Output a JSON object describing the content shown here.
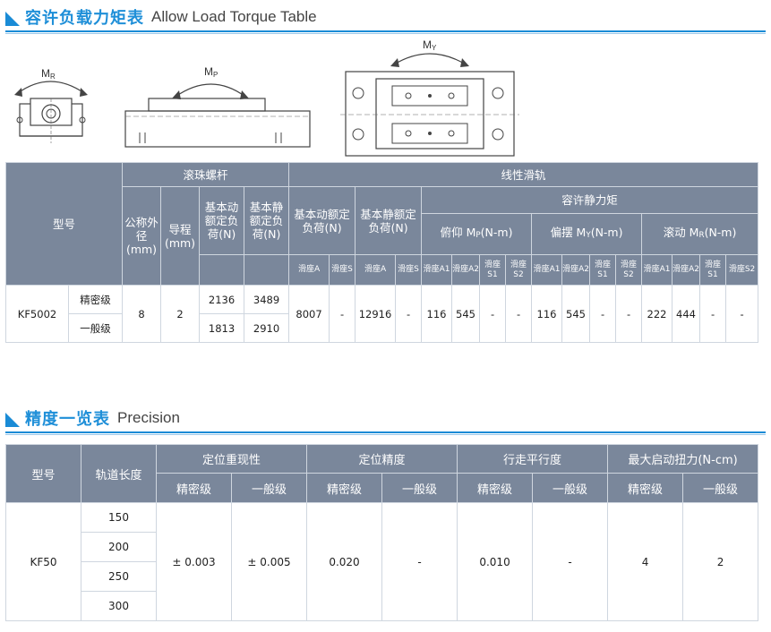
{
  "section1": {
    "title_cn": "容许负载力矩表",
    "title_en": "Allow Load Torque Table"
  },
  "diagrams": [
    {
      "label": "M",
      "sub": "R"
    },
    {
      "label": "M",
      "sub": "P"
    },
    {
      "label": "M",
      "sub": "Y"
    }
  ],
  "table1": {
    "h_model": "型号",
    "h_ballscrew": "滚珠螺杆",
    "h_guide": "线性滑轨",
    "h_nominal_dia": "公称外径(mm)",
    "h_lead": "导程(mm)",
    "h_dyn_load": "基本动额定负荷(N)",
    "h_stat_load": "基本静额定负荷(N)",
    "h_guide_dyn": "基本动额定负荷(N)",
    "h_guide_stat": "基本静额定负荷(N)",
    "h_static_torque": "容许静力矩",
    "h_pitch": "俯仰 M",
    "h_pitch_sub": "P",
    "h_yaw": "偏摆 M",
    "h_yaw_sub": "Y",
    "h_roll": "滚动 M",
    "h_roll_sub": "R",
    "h_unit": "(N-m)",
    "slider_a": "滑座A",
    "slider_s": "滑座S",
    "slider_a1": "滑座A1",
    "slider_a2": "滑座A2",
    "slider_s1": "滑座S1",
    "slider_s2": "滑座S2",
    "model": "KF5002",
    "grade_precision": "精密级",
    "grade_normal": "一般级",
    "nominal_dia": "8",
    "lead": "2",
    "dyn_precision": "2136",
    "stat_precision": "3489",
    "dyn_normal": "1813",
    "stat_normal": "2910",
    "guide_dyn_a": "8007",
    "guide_dyn_s": "-",
    "guide_stat_a": "12916",
    "guide_stat_s": "-",
    "pitch_a1": "116",
    "pitch_a2": "545",
    "pitch_s1": "-",
    "pitch_s2": "-",
    "yaw_a1": "116",
    "yaw_a2": "545",
    "yaw_s1": "-",
    "yaw_s2": "-",
    "roll_a1": "222",
    "roll_a2": "444",
    "roll_s1": "-",
    "roll_s2": "-"
  },
  "section2": {
    "title_cn": "精度一览表",
    "title_en": "Precision"
  },
  "table2": {
    "h_model": "型号",
    "h_rail_length": "轨道长度",
    "h_repeat": "定位重现性",
    "h_accuracy": "定位精度",
    "h_parallel": "行走平行度",
    "h_torque": "最大启动扭力(N-cm)",
    "precision": "精密级",
    "normal": "一般级",
    "model": "KF50",
    "lengths": [
      "150",
      "200",
      "250",
      "300"
    ],
    "repeat_precision": "± 0.003",
    "repeat_normal": "± 0.005",
    "accuracy_precision": "0.020",
    "accuracy_normal": "-",
    "parallel_precision": "0.010",
    "parallel_normal": "-",
    "torque_precision": "4",
    "torque_normal": "2"
  }
}
